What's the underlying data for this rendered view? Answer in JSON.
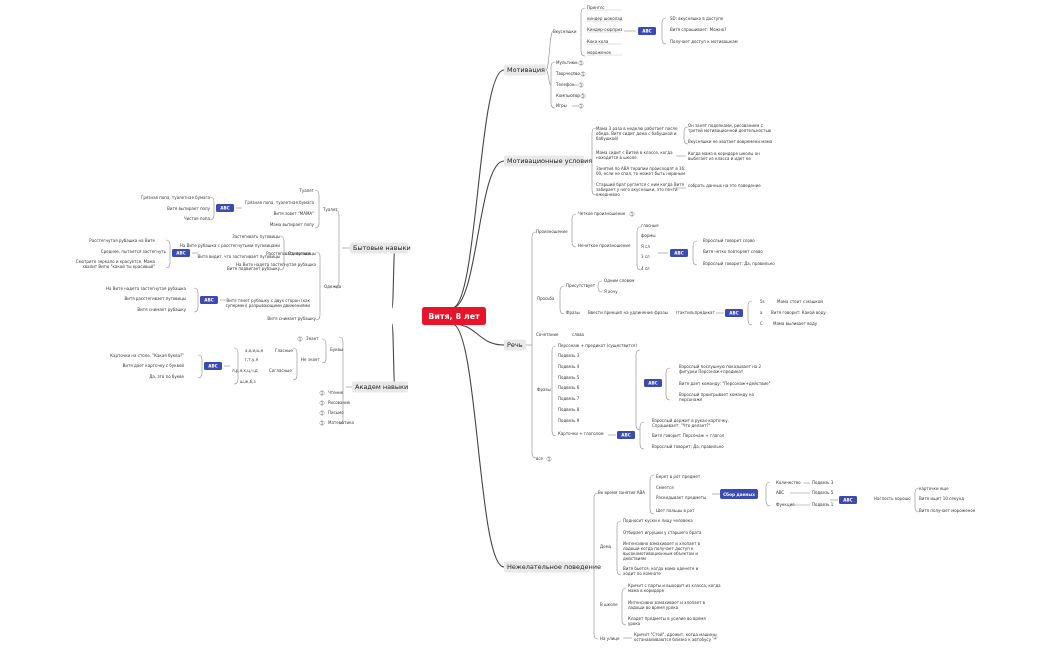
{
  "center": "Витя, 8 лет",
  "abc": "ABC",
  "sbor": "Сбор данных",
  "motivation": {
    "title": "Мотивация",
    "edible": {
      "label": "Вкусняшки",
      "items": [
        "Принглс",
        "киндер шоколад",
        "Киндер-сюрприз",
        "Кока кола",
        "мороженое"
      ],
      "abc": [
        "SD: вкусняшка в доступе",
        "Витя спрашивает: Можно?",
        "Получает доступ к мотивашкам"
      ]
    },
    "others": [
      {
        "label": "Мультики",
        "badge": "1"
      },
      {
        "label": "Творчество",
        "badge": "1"
      },
      {
        "label": "Телефон",
        "badge": "1"
      },
      {
        "label": "Компьютер",
        "badge": "1"
      },
      {
        "label": "Игры",
        "badge": "1"
      }
    ]
  },
  "conditions": {
    "title": "Мотивационные условия",
    "items": [
      {
        "text": [
          "Мама 3 раза в неделю работает после",
          "обеда. Витя сидит дома с бабушкой и",
          "бабушкой)"
        ],
        "subs": [
          [
            "Он занят поделками, рисованием с",
            "третей мотивационной деятельностью"
          ],
          [
            "Вкусняшки не хватает вовремени мама"
          ]
        ]
      },
      {
        "text": [
          "Мама сидит с Витей в классе, когда",
          "находится в школе"
        ],
        "subs": [
          [
            "Когда мама в коридоре школы он",
            "выбегает из класса и идет ее"
          ]
        ]
      },
      {
        "text": [
          "Занятия по АВА терапии происходят в 16:",
          "00, если не спал, то может быть нервным"
        ],
        "subs": []
      },
      {
        "text": [
          "Старший брат ругается с ним когда Витя",
          "забирает у него вкусняшки, это почти",
          "ежедневно"
        ],
        "subs": [
          [
            "собрать данных на это поведение"
          ]
        ]
      }
    ]
  },
  "household": {
    "title": "Бытовые навыки",
    "toilet": {
      "label": "Туалет",
      "items": [
        "Туалет",
        "Грязная попа, туалетная бумага",
        "Витя зовет \"МАМА\"",
        "Мама вытирает попу"
      ],
      "abc": [
        "Грязная попа, туалетная бумага",
        "Витя вытирает попу",
        "Чистая попа"
      ]
    },
    "dressing": {
      "label": "Одеваться",
      "items": [
        "Застегивать пуговицы",
        "На Вите рубашка с расстегнутыми пуговицами",
        "Витя видит, что застегивает пуговицы",
        "Витя подвигает рубашку"
      ],
      "abc": [
        "Расстегнутая рубашка на Вите",
        "Среднее, пытается застегнуть",
        "Смотрите зеркало и красуется. Мама",
        "хвалит Витю \"какой ты красивый\""
      ]
    },
    "clothes": {
      "label": "Одежда",
      "items": [
        "Расстегивать пуговицы",
        "На Вите надета застегнутая рубашка",
        "Витя тянет рубашку с двух сторон (как",
        "супермен) разрывающими движениями",
        "Витя снимает рубашку"
      ],
      "abc": [
        "На Вите надета застегнутая рубашка",
        "Витя расстегивает пуговицы",
        "Витя снимает рубашку"
      ]
    }
  },
  "academic": {
    "title": "Академ навыки",
    "letters": {
      "label": "Буквы",
      "sub1": "Знает",
      "sub2": "Не знает",
      "vowels": "Гласные",
      "consonants": "Согласные",
      "g1": "а,о,и,ы,е",
      "g2": "г,т,у,я",
      "g3": "л,р,н,к,ц,ч,д",
      "g4": "ш,ж,б,з",
      "abc": [
        "Карточки на столе. \"Какая буква?\"",
        "Витя дает карточку с буквой",
        "Да, это по букве"
      ]
    },
    "others": [
      {
        "label": "Чтение",
        "badge": "1"
      },
      {
        "label": "Рисование",
        "badge": "1"
      },
      {
        "label": "Письмо",
        "badge": "1"
      },
      {
        "label": "Математика",
        "badge": "1"
      }
    ]
  },
  "speech": {
    "title": "Речь",
    "pron": {
      "label": "Произношение",
      "clear": "Четкое произношение",
      "unclear": "Нечеткое произношение",
      "words": [
        "гласные",
        "формы",
        "Я сл",
        "3 сл",
        "4 сл"
      ],
      "abc": [
        "Взрослый говорит слово",
        "Витя четко повторяет слово",
        "Взрослый говорит: Да, правильно"
      ]
    },
    "request": {
      "label": "Просьба",
      "present": "Присутствует",
      "one": "Одним словом",
      "want": "Я хочу",
      "phrases": "Фразы",
      "intro": "Ввести принцип на удлинение фразы",
      "tact": "(тактильпредикат",
      "abc": [
        "Мама стоит с машкой",
        "Витя говорит: Какой воду",
        "Мама выливает воду"
      ]
    },
    "simple": {
      "label": "Сочетание",
      "value": "слова"
    },
    "phrases": {
      "label": "Фразы",
      "items": [
        "Персонаж + предикат (существится)",
        "Подвезь 3",
        "Подвезь 4",
        "Подвезь 5",
        "Подвезь 6",
        "Подвезь 7",
        "Подвезь 8",
        "Подвезь 9",
        "Карточки + глаголом"
      ],
      "abc1": [
        [
          "Взрослый послушную показывает на 2",
          "фигурки Персонаж+предикат"
        ],
        [
          "Витя дает команду: \"Персонаж+действие\""
        ],
        [
          "Взрослый проигрывает команду на",
          "персонаже"
        ]
      ],
      "abc2": [
        [
          "Взрослый держит в руках карточку.",
          "Спрашивает: \"Что делает?\""
        ],
        [
          "Витя говорит: Персонаж + глагол"
        ],
        [
          "Взрослый говорит: Да, правильно"
        ]
      ]
    },
    "etc": {
      "label": "все",
      "badge": "1"
    }
  },
  "behavior": {
    "title": "Нежелательное поведение",
    "aba": {
      "label": "Во время занятия АВА",
      "items": [
        "Берет в рот предмет",
        "Смеется",
        "Раскидывает предметы",
        "Шет пальцы в рот"
      ],
      "sbor_rows": [
        {
          "label": "Количество",
          "value": "Подвезь 3"
        },
        {
          "label": "ABC",
          "value": "Подвезь 5"
        },
        {
          "label": "Функция",
          "value": "Подвезь 1"
        }
      ],
      "after": "Наглость хорошо",
      "abc": [
        "карточки еще",
        "Витя ищет 10 секунд",
        "Витя получает мороженое"
      ]
    },
    "home": {
      "label": "Дома",
      "items": [
        [
          "Подносит куски к лицу человека"
        ],
        [
          "Отбирает игрушки у старшего брата"
        ],
        [
          "Интенсивно взмахивает и хлопает в",
          "ладоши когда получает доступ к",
          "высокомотивационным объектам и",
          "действиям"
        ],
        [
          "Витя бьется, когда мама оденете и",
          "ходит по комнате"
        ]
      ]
    },
    "school": {
      "label": "В школе",
      "items": [
        [
          "Кричит с парты и выходит из класса, когда",
          "мама в коридоре"
        ],
        [
          "Интенсивно взмахивает и хлопает в",
          "ладоши во время урока"
        ],
        [
          "Кладет предметы в усилие во время",
          "урока"
        ]
      ]
    },
    "street": {
      "label": "На улице",
      "text": [
        "Кричит \"Стой\", дрожит, когда машины",
        "останавливаются близко к автобусу"
      ],
      "badge": "1"
    }
  }
}
